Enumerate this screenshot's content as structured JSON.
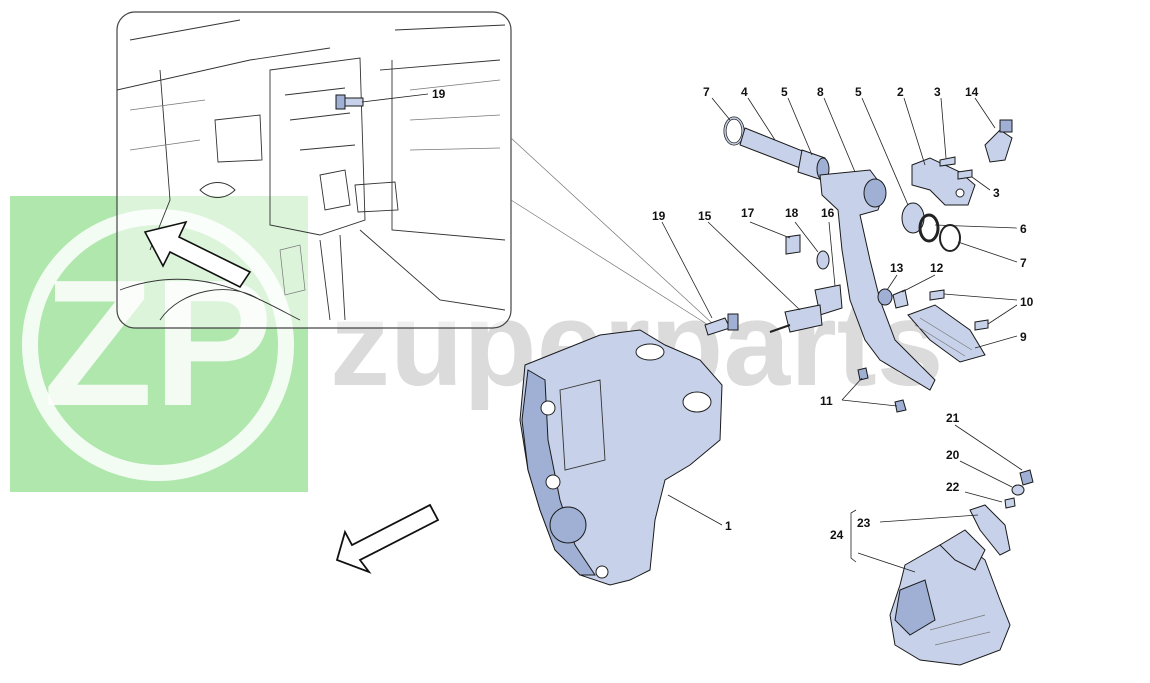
{
  "watermark": {
    "text": "zuperparts",
    "logo_letters": "ZP",
    "logo_color": "#6ed36a"
  },
  "colors": {
    "part_fill": "#c7d2ea",
    "part_dark": "#9fb0d4",
    "line": "#222222"
  },
  "callouts": {
    "inset_19": "19",
    "c7a": "7",
    "c4": "4",
    "c5a": "5",
    "c8": "8",
    "c5b": "5",
    "c2": "2",
    "c3a": "3",
    "c14": "14",
    "c3b": "3",
    "c6": "6",
    "c7b": "7",
    "c19": "19",
    "c15": "15",
    "c17": "17",
    "c18": "18",
    "c16": "16",
    "c13": "13",
    "c12": "12",
    "c10": "10",
    "c9": "9",
    "c11": "11",
    "c1": "1",
    "c21": "21",
    "c20": "20",
    "c22": "22",
    "c23": "23",
    "c24": "24"
  }
}
